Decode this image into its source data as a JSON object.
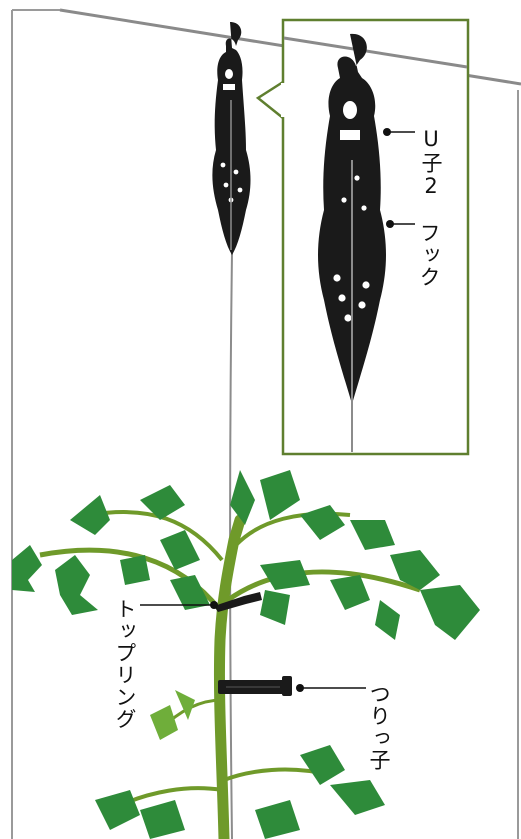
{
  "labels": {
    "u2": "U子2",
    "hook": "フック",
    "top_ring": "トップリング",
    "clip": "つりっ子"
  },
  "colors": {
    "frame": "#9a9a9a",
    "wire": "#8a8a8a",
    "inset_border": "#5f7f2f",
    "hanger": "#1a1a1a",
    "twine": "#8c8c8c",
    "stem": "#6f9a2a",
    "leaf": "#2e8b3a",
    "leaf_light": "#6fae3a"
  },
  "icons": [
    "hanger-hook-icon",
    "tomato-plant-icon",
    "top-ring-icon",
    "clip-icon"
  ]
}
